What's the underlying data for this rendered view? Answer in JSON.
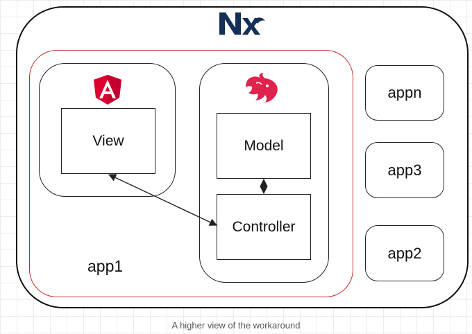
{
  "diagram": {
    "logo_text": "Nx",
    "app1_label": "app1",
    "view_label": "View",
    "model_label": "Model",
    "controller_label": "Controller",
    "other_apps": [
      "appn",
      "app3",
      "app2"
    ],
    "caption": "A higher view of the workaround"
  },
  "colors": {
    "nx_brand": "#143055",
    "angular_red": "#dd0031",
    "angular_dark": "#c3002f",
    "nest_red": "#e0234e",
    "app1_border": "#c62828"
  },
  "icons": {
    "nx": "nx-logo",
    "frontend": "angular-icon",
    "backend": "nestjs-icon"
  }
}
